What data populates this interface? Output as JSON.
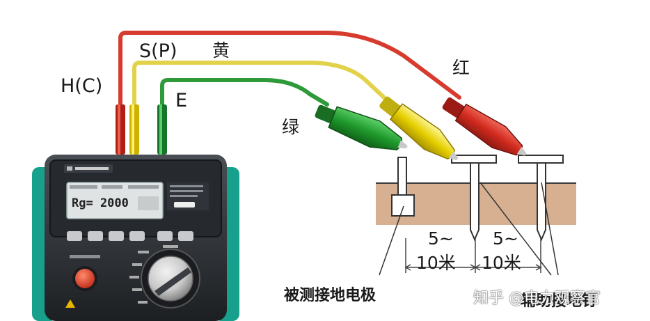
{
  "labels": {
    "hc": "H(C)",
    "sp": "S(P)",
    "e": "E",
    "yellow": "黄",
    "red": "红",
    "green": "绿",
    "dist1_top": "5~",
    "dist1_bottom": "10米",
    "dist2_top": "5~",
    "dist2_bottom": "10米",
    "electrode": "被测接地电极",
    "aux_rods": "辅助接地钉",
    "watermark": "知乎 @电力观察官"
  },
  "device": {
    "lcd_text": "Rg= 2000",
    "colors": {
      "body": "#2e3236",
      "side": "#17a08c",
      "test_button": "#e2422a"
    }
  },
  "wires": {
    "red": "#d63b2e",
    "yellow": "#e2d24a",
    "green": "#2f9a3a"
  },
  "soil_color": "#d7b092"
}
